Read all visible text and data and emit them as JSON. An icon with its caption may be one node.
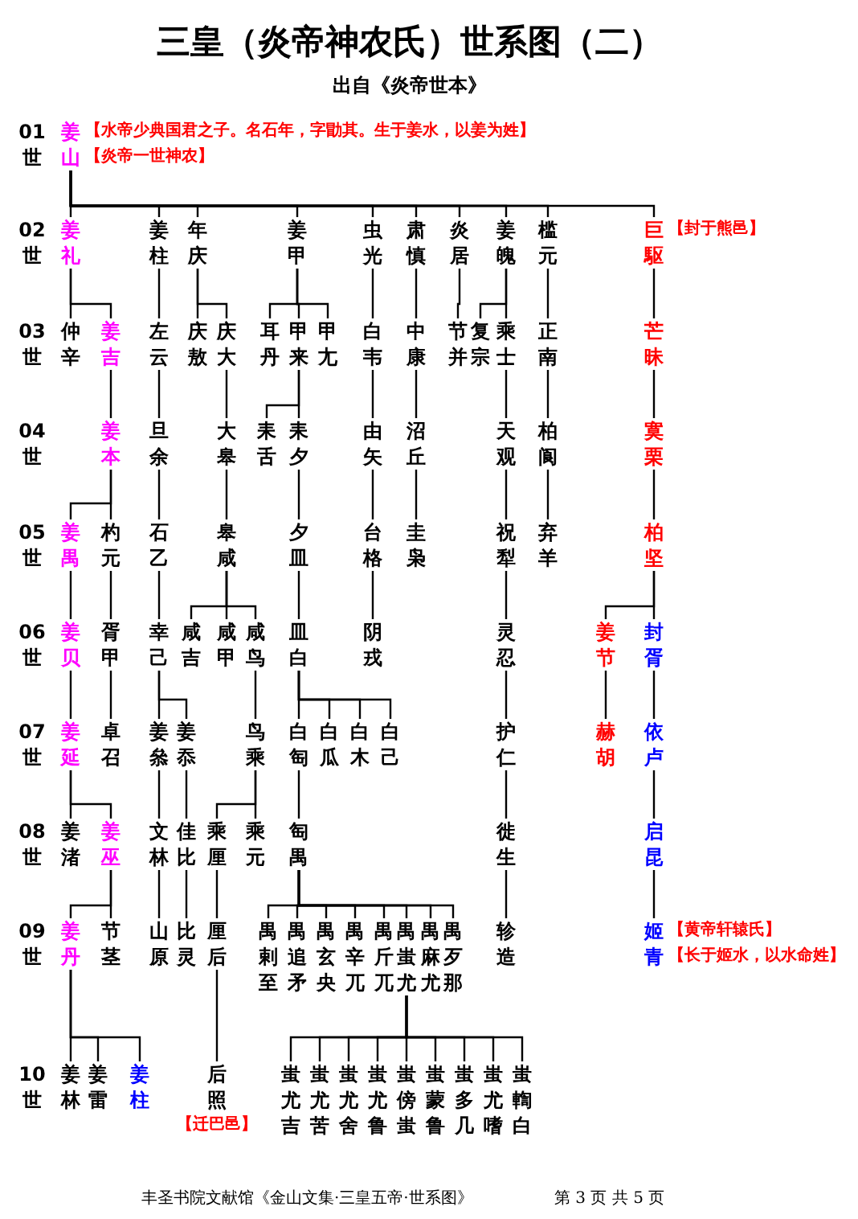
{
  "diagram": {
    "title": "三皇（炎帝神农氏）世系图（二）",
    "nodes": [
      {
        "text": [
          "姜山"
        ],
        "beside": [
          "【水帝少典国君之子。名石年，字勖其。生于姜水，以姜为姓】",
          "【炎帝一世神农】"
        ]
      },
      {
        "text": [
          "姜礼"
        ]
      },
      {
        "text": [
          "姜柱"
        ]
      },
      {
        "text": [
          "年庆"
        ]
      },
      {
        "text": [
          "姜甲"
        ]
      },
      {
        "text": [
          "虫光"
        ]
      },
      {
        "text": [
          "肃慎"
        ]
      },
      {
        "text": [
          "炎居"
        ]
      },
      {
        "text": [
          "姜魄"
        ]
      },
      {
        "text": [
          "槛元"
        ]
      },
      {
        "text": [
          "巨駆"
        ],
        "beside": [
          "【封于熊邑】"
        ]
      },
      {
        "text": [
          "仲辛"
        ]
      },
      {
        "text": [
          "姜吉"
        ]
      },
      {
        "text": [
          "左云"
        ]
      },
      {
        "text": [
          "庆敖"
        ]
      },
      {
        "text": [
          "庆大"
        ]
      },
      {
        "text": [
          "耳丹"
        ]
      },
      {
        "text": [
          "甲来"
        ]
      },
      {
        "text": [
          "甲尢"
        ]
      },
      {
        "text": [
          "白韦"
        ]
      },
      {
        "text": [
          "中康"
        ]
      },
      {
        "text": [
          "节并"
        ]
      },
      {
        "text": [
          "复宗"
        ]
      },
      {
        "text": [
          "乘士"
        ]
      },
      {
        "text": [
          "正南"
        ]
      },
      {
        "text": [
          "芒昧"
        ]
      },
      {
        "text": [
          "姜本"
        ]
      },
      {
        "text": [
          "旦余"
        ]
      },
      {
        "text": [
          "大皋"
        ]
      },
      {
        "text": [
          "耒舌"
        ]
      },
      {
        "text": [
          "耒夕"
        ]
      },
      {
        "text": [
          "由矢"
        ]
      },
      {
        "text": [
          "沼丘"
        ]
      },
      {
        "text": [
          "天观"
        ]
      },
      {
        "text": [
          "柏阆"
        ]
      },
      {
        "text": [
          "寞栗"
        ]
      },
      {
        "text": [
          "姜禺"
        ]
      },
      {
        "text": [
          "杓元"
        ]
      },
      {
        "text": [
          "石乙"
        ]
      },
      {
        "text": [
          "皋咸"
        ]
      },
      {
        "text": [
          "夕皿"
        ]
      },
      {
        "text": [
          "台格"
        ]
      },
      {
        "text": [
          "圭枭"
        ]
      },
      {
        "text": [
          "祝犁"
        ]
      },
      {
        "text": [
          "弃羊"
        ]
      },
      {
        "text": [
          "柏坚"
        ]
      },
      {
        "text": [
          "姜贝"
        ]
      },
      {
        "text": [
          "胥甲"
        ]
      },
      {
        "text": [
          "幸己"
        ]
      },
      {
        "text": [
          "咸吉"
        ]
      },
      {
        "text": [
          "咸甲"
        ]
      },
      {
        "text": [
          "咸鸟"
        ]
      },
      {
        "text": [
          "皿白"
        ]
      },
      {
        "text": [
          "阴戎"
        ]
      },
      {
        "text": [
          "灵忍"
        ]
      },
      {
        "text": [
          "姜节"
        ]
      },
      {
        "text": [
          "封胥"
        ]
      },
      {
        "text": [
          "姜延"
        ]
      },
      {
        "text": [
          "卓召"
        ]
      },
      {
        "text": [
          "姜叅"
        ]
      },
      {
        "text": [
          "姜忝"
        ]
      },
      {
        "text": [
          "鸟乘"
        ]
      },
      {
        "text": [
          "白匋"
        ]
      },
      {
        "text": [
          "白瓜"
        ]
      },
      {
        "text": [
          "白木"
        ]
      },
      {
        "text": [
          "白己"
        ]
      },
      {
        "text": [
          "护仁"
        ]
      },
      {
        "text": [
          "赫胡"
        ]
      },
      {
        "text": [
          "依卢"
        ]
      },
      {
        "text": [
          "姜渚"
        ]
      },
      {
        "text": [
          "姜巫"
        ]
      },
      {
        "text": [
          "文林"
        ]
      },
      {
        "text": [
          "佳比"
        ]
      },
      {
        "text": [
          "乘厘"
        ]
      },
      {
        "text": [
          "乘元"
        ]
      },
      {
        "text": [
          "匋禺"
        ]
      },
      {
        "text": [
          "徙生"
        ]
      },
      {
        "text": [
          "启昆"
        ]
      },
      {
        "text": [
          "姜丹"
        ]
      },
      {
        "text": [
          "节茎"
        ]
      },
      {
        "text": [
          "山原"
        ]
      },
      {
        "text": [
          "比灵"
        ]
      },
      {
        "text": [
          "厘后"
        ]
      },
      {
        "text": [
          "禺剌至"
        ]
      },
      {
        "text": [
          "禺追矛"
        ]
      },
      {
        "text": [
          "禺玄央"
        ]
      },
      {
        "text": [
          "禺辛兀"
        ]
      },
      {
        "text": [
          "禺斤兀"
        ]
      },
      {
        "text": [
          "禺蚩尤"
        ]
      },
      {
        "text": [
          "禺麻尤"
        ]
      },
      {
        "text": [
          "禺歹那"
        ]
      },
      {
        "text": [
          "轸造"
        ]
      },
      {
        "text": [
          "姬青"
        ],
        "beside": [
          "【黄帝轩辕氏】",
          "【长于姬水，以水命姓】"
        ]
      },
      {
        "text": [
          "姜林"
        ]
      },
      {
        "text": [
          "姜雷"
        ]
      },
      {
        "text": [
          "姜柱"
        ]
      },
      {
        "text": [
          "后照"
        ],
        "beside": [
          "【迁巴邑】"
        ]
      },
      {
        "text": [
          "蚩尤吉"
        ]
      },
      {
        "text": [
          "蚩尤苦"
        ]
      },
      {
        "text": [
          "蚩尤舍"
        ]
      },
      {
        "text": [
          "蚩尤鲁"
        ]
      },
      {
        "text": [
          "蚩傍蚩"
        ]
      },
      {
        "text": [
          "蚩蒙鲁"
        ]
      },
      {
        "text": [
          "蚩多几"
        ]
      },
      {
        "text": [
          "蚩尤嗜"
        ]
      },
      {
        "text": [
          "蚩輷白"
        ]
      }
    ],
    "edges": [
      {
        "from": 0,
        "to": 1,
        "arrow": "none"
      },
      {
        "from": 0,
        "to": 2,
        "arrow": "none"
      },
      {
        "from": 0,
        "to": 3,
        "arrow": "none"
      },
      {
        "from": 0,
        "to": 4,
        "arrow": "none"
      },
      {
        "from": 0,
        "to": 5,
        "arrow": "none"
      },
      {
        "from": 0,
        "to": 6,
        "arrow": "none"
      },
      {
        "from": 0,
        "to": 7,
        "arrow": "none"
      },
      {
        "from": 0,
        "to": 8,
        "arrow": "none"
      },
      {
        "from": 0,
        "to": 9,
        "arrow": "none"
      },
      {
        "from": 0,
        "to": 10,
        "arrow": "none"
      },
      {
        "from": 1,
        "to": 11,
        "arrow": "none"
      },
      {
        "from": 1,
        "to": 12,
        "arrow": "none"
      },
      {
        "from": 2,
        "to": 13,
        "arrow": "none"
      },
      {
        "from": 3,
        "to": 14,
        "arrow": "none"
      },
      {
        "from": 3,
        "to": 15,
        "arrow": "none"
      },
      {
        "from": 4,
        "to": 16,
        "arrow": "none"
      },
      {
        "from": 4,
        "to": 17,
        "arrow": "none"
      },
      {
        "from": 4,
        "to": 18,
        "arrow": "none"
      },
      {
        "from": 5,
        "to": 19,
        "arrow": "none"
      },
      {
        "from": 6,
        "to": 20,
        "arrow": "none"
      },
      {
        "from": 7,
        "to": 21,
        "arrow": "none"
      },
      {
        "from": 8,
        "to": 22,
        "arrow": "none"
      },
      {
        "from": 8,
        "to": 23,
        "arrow": "none"
      },
      {
        "from": 9,
        "to": 24,
        "arrow": "none"
      },
      {
        "from": 10,
        "to": 25,
        "arrow": "none"
      },
      {
        "from": 12,
        "to": 26,
        "arrow": "none"
      },
      {
        "from": 13,
        "to": 27,
        "arrow": "none"
      },
      {
        "from": 15,
        "to": 28,
        "arrow": "none"
      },
      {
        "from": 17,
        "to": 29,
        "arrow": "none"
      },
      {
        "from": 17,
        "to": 30,
        "arrow": "none"
      },
      {
        "from": 19,
        "to": 31,
        "arrow": "none"
      },
      {
        "from": 20,
        "to": 32,
        "arrow": "none"
      },
      {
        "from": 23,
        "to": 33,
        "arrow": "none"
      },
      {
        "from": 24,
        "to": 34,
        "arrow": "none"
      },
      {
        "from": 25,
        "to": 35,
        "arrow": "none"
      },
      {
        "from": 26,
        "to": 36,
        "arrow": "none"
      },
      {
        "from": 26,
        "to": 37,
        "arrow": "none"
      },
      {
        "from": 27,
        "to": 38,
        "arrow": "none"
      },
      {
        "from": 28,
        "to": 39,
        "arrow": "none"
      },
      {
        "from": 30,
        "to": 40,
        "arrow": "none"
      },
      {
        "from": 31,
        "to": 41,
        "arrow": "none"
      },
      {
        "from": 32,
        "to": 42,
        "arrow": "none"
      },
      {
        "from": 33,
        "to": 43,
        "arrow": "none"
      },
      {
        "from": 34,
        "to": 44,
        "arrow": "none"
      },
      {
        "from": 35,
        "to": 45,
        "arrow": "none"
      },
      {
        "from": 36,
        "to": 46,
        "arrow": "none"
      },
      {
        "from": 37,
        "to": 47,
        "arrow": "none"
      },
      {
        "from": 38,
        "to": 48,
        "arrow": "none"
      },
      {
        "from": 39,
        "to": 49,
        "arrow": "none"
      },
      {
        "from": 39,
        "to": 50,
        "arrow": "none"
      },
      {
        "from": 39,
        "to": 51,
        "arrow": "none"
      },
      {
        "from": 40,
        "to": 52,
        "arrow": "none"
      },
      {
        "from": 41,
        "to": 53,
        "arrow": "none"
      },
      {
        "from": 43,
        "to": 54,
        "arrow": "none"
      },
      {
        "from": 45,
        "to": 55,
        "arrow": "none"
      },
      {
        "from": 45,
        "to": 56,
        "arrow": "none"
      },
      {
        "from": 46,
        "to": 57,
        "arrow": "none"
      },
      {
        "from": 47,
        "to": 58,
        "arrow": "none"
      },
      {
        "from": 48,
        "to": 59,
        "arrow": "none"
      },
      {
        "from": 48,
        "to": 60,
        "arrow": "none"
      },
      {
        "from": 51,
        "to": 61,
        "arrow": "none"
      },
      {
        "from": 52,
        "to": 62,
        "arrow": "none"
      },
      {
        "from": 52,
        "to": 63,
        "arrow": "none"
      },
      {
        "from": 52,
        "to": 64,
        "arrow": "none"
      },
      {
        "from": 52,
        "to": 65,
        "arrow": "none"
      },
      {
        "from": 54,
        "to": 66,
        "arrow": "none"
      },
      {
        "from": 55,
        "to": 67,
        "arrow": "none"
      },
      {
        "from": 56,
        "to": 68,
        "arrow": "none"
      },
      {
        "from": 57,
        "to": 69,
        "arrow": "none"
      },
      {
        "from": 57,
        "to": 70,
        "arrow": "none"
      },
      {
        "from": 59,
        "to": 71,
        "arrow": "none"
      },
      {
        "from": 60,
        "to": 72,
        "arrow": "none"
      },
      {
        "from": 61,
        "to": 73,
        "arrow": "none"
      },
      {
        "from": 61,
        "to": 74,
        "arrow": "none"
      },
      {
        "from": 62,
        "to": 75,
        "arrow": "none"
      },
      {
        "from": 66,
        "to": 76,
        "arrow": "none"
      },
      {
        "from": 68,
        "to": 77,
        "arrow": "none"
      },
      {
        "from": 70,
        "to": 78,
        "arrow": "none"
      },
      {
        "from": 70,
        "to": 79,
        "arrow": "none"
      },
      {
        "from": 71,
        "to": 80,
        "arrow": "none"
      },
      {
        "from": 72,
        "to": 81,
        "arrow": "none"
      },
      {
        "from": 73,
        "to": 82,
        "arrow": "none"
      },
      {
        "from": 75,
        "to": 83,
        "arrow": "none"
      },
      {
        "from": 75,
        "to": 84,
        "arrow": "none"
      },
      {
        "from": 75,
        "to": 85,
        "arrow": "none"
      },
      {
        "from": 75,
        "to": 86,
        "arrow": "none"
      },
      {
        "from": 75,
        "to": 87,
        "arrow": "none"
      },
      {
        "from": 75,
        "to": 88,
        "arrow": "none"
      },
      {
        "from": 75,
        "to": 89,
        "arrow": "none"
      },
      {
        "from": 75,
        "to": 90,
        "arrow": "none"
      },
      {
        "from": 76,
        "to": 91,
        "arrow": "none"
      },
      {
        "from": 77,
        "to": 92,
        "arrow": "none"
      },
      {
        "from": 78,
        "to": 93,
        "arrow": "none"
      },
      {
        "from": 78,
        "to": 94,
        "arrow": "none"
      },
      {
        "from": 78,
        "to": 95,
        "arrow": "none"
      },
      {
        "from": 82,
        "to": 96,
        "arrow": "none"
      },
      {
        "from": 88,
        "to": 97,
        "arrow": "none"
      },
      {
        "from": 88,
        "to": 98,
        "arrow": "none"
      },
      {
        "from": 88,
        "to": 99,
        "arrow": "none"
      },
      {
        "from": 88,
        "to": 100,
        "arrow": "none"
      },
      {
        "from": 88,
        "to": 101,
        "arrow": "none"
      },
      {
        "from": 88,
        "to": 102,
        "arrow": "none"
      },
      {
        "from": 88,
        "to": 103,
        "arrow": "none"
      },
      {
        "from": 88,
        "to": 104,
        "arrow": "none"
      },
      {
        "from": 88,
        "to": 105,
        "arrow": "none"
      }
    ],
    "labels": [
      "出自《炎帝世本》",
      "01",
      "世",
      "02",
      "世",
      "03",
      "世",
      "04",
      "世",
      "05",
      "世",
      "06",
      "世",
      "07",
      "世",
      "08",
      "世",
      "09",
      "世",
      "10",
      "世",
      "丰圣书院文献馆《金山文集·三皇五帝·世系图》",
      "第 3 页 共 5 页"
    ]
  }
}
